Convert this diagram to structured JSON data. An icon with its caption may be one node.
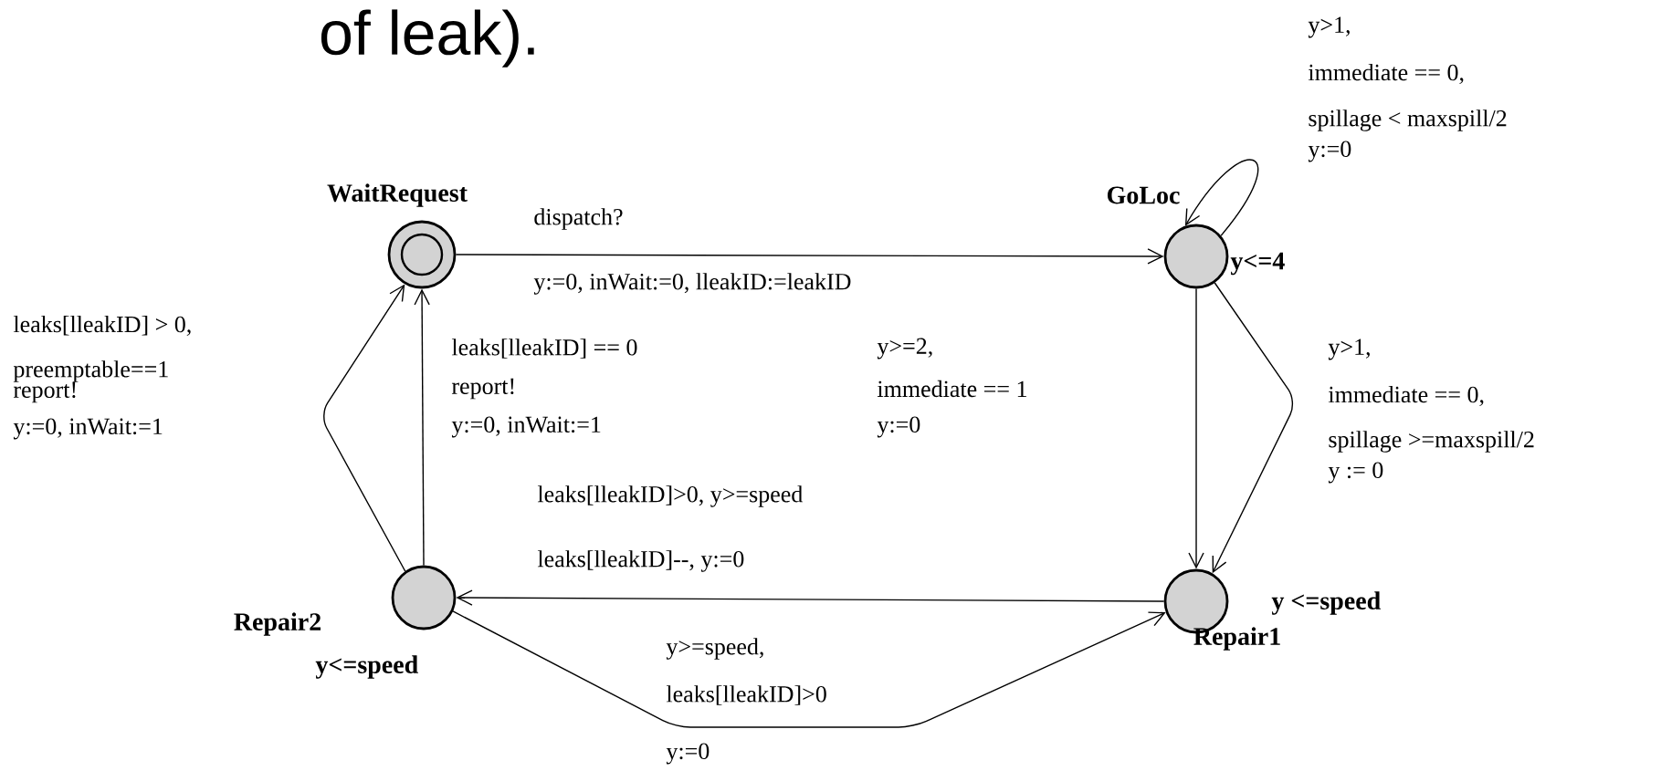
{
  "diagram": {
    "nodes": [
      {
        "text": [
          "WaitRequest"
        ]
      },
      {
        "text": [
          "GoLoc"
        ],
        "beside": [
          "y<=4"
        ]
      },
      {
        "text": [
          "Repair1"
        ],
        "beside": [
          "y <=speed"
        ]
      },
      {
        "text": [
          "Repair2"
        ],
        "beside": [
          "y<=speed"
        ]
      }
    ],
    "edges": [
      {
        "from": 0,
        "to": 1,
        "arrow": "to"
      },
      {
        "from": 1,
        "to": 1,
        "arrow": "to"
      },
      {
        "from": 1,
        "to": 2,
        "arrow": "to"
      },
      {
        "from": 1,
        "to": 2,
        "arrow": "to"
      },
      {
        "from": 2,
        "to": 3,
        "arrow": "to"
      },
      {
        "from": 3,
        "to": 2,
        "arrow": "to"
      },
      {
        "from": 3,
        "to": 0,
        "arrow": "to"
      },
      {
        "from": 3,
        "to": 0,
        "arrow": "to"
      }
    ],
    "labels": [
      "of leak).",
      "y>1,",
      "immediate == 0,",
      "spillage < maxspill/2",
      "y:=0",
      "dispatch?",
      "y:=0, inWait:=0, lleakID:=leakID",
      "leaks[lleakID] > 0,",
      "preemptable==1",
      "report!",
      "y:=0, inWait:=1",
      "leaks[lleakID] == 0",
      "report!",
      "y:=0, inWait:=1",
      "y>=2,",
      "immediate == 1",
      "y:=0",
      "y>1,",
      "immediate == 0,",
      "spillage >=maxspill/2",
      "y := 0",
      "leaks[lleakID]>0, y>=speed",
      "leaks[lleakID]--, y:=0",
      "y>=speed,",
      "leaks[lleakID]>0",
      "y:=0"
    ]
  }
}
